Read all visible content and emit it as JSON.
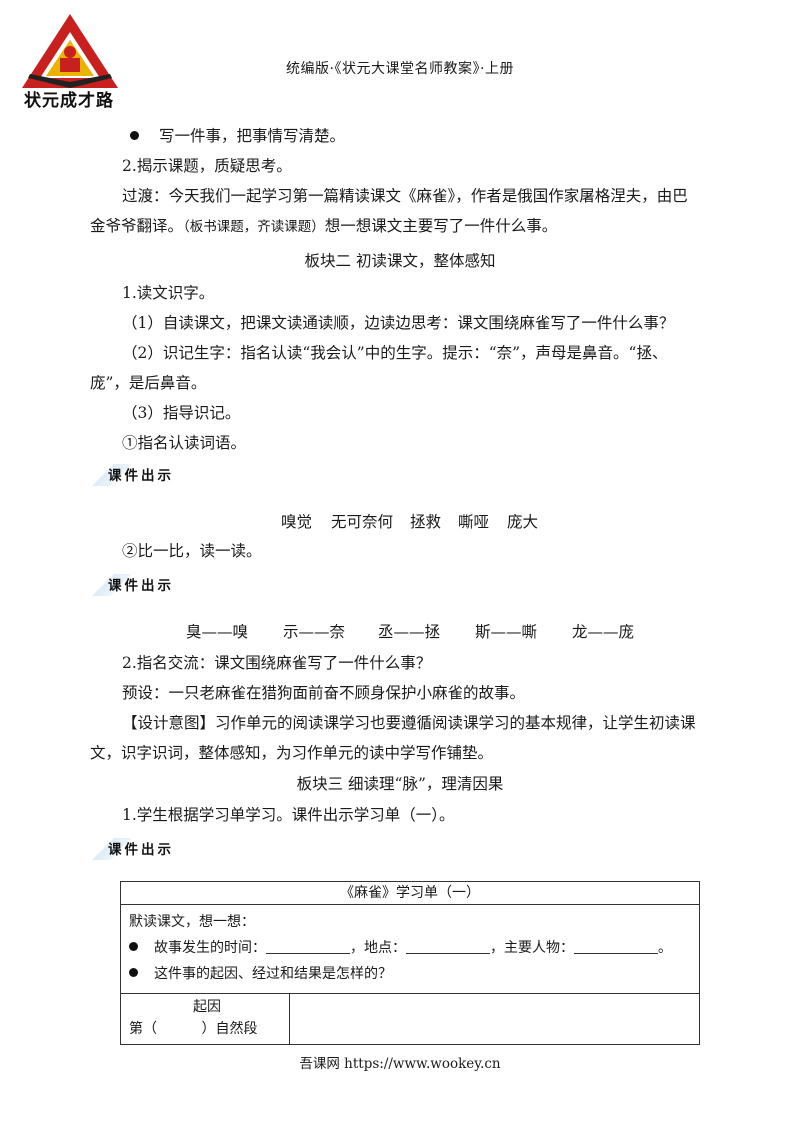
{
  "header": {
    "brand": "状元成才路",
    "title": "统编版·《状元大课堂名师教案》·上册"
  },
  "lines": {
    "l1": "写一件事，把事情写清楚。",
    "l2": "2.揭示课题，质疑思考。",
    "l3": "过渡：今天我们一起学习第一篇精读课文《麻雀》，作者是俄国作家屠格涅夫，由巴",
    "l4a": "金爷爷翻译。",
    "l4b": "（板书课题，齐读课题）",
    "l4c": "想一想课文主要写了一件什么事。",
    "section2": "板块二    初读课文，整体感知",
    "l5": "1.读文识字。",
    "l6": "（1）自读课文，把课文读通读顺，边读边思考：课文围绕麻雀写了一件什么事？",
    "l7": "（2）识记生字：指名认读“我会认”中的生字。提示：“奈”，声母是鼻音。“拯、",
    "l8": "庞”，是后鼻音。",
    "l9": "（3）指导识记。",
    "l10": "①指名认读词语。",
    "l11": "②比一比，读一读。",
    "l12": "2.指名交流：课文围绕麻雀写了一件什么事？",
    "l13": "预设：一只老麻雀在猎狗面前奋不顾身保护小麻雀的故事。",
    "l14": "【设计意图】习作单元的阅读课学习也要遵循阅读课学习的基本规律，让学生初读课",
    "l15": "文，识字识词，整体感知，为习作单元的读中学写作铺垫。",
    "section3": "板块三    细读理“脉”，理清因果",
    "l16": "1.学生根据学习单学习。课件出示学习单（一）。"
  },
  "courseware_label": "课件出示",
  "vocab": [
    "嗅觉",
    "无可奈何",
    "拯救",
    "嘶哑",
    "庞大"
  ],
  "compare": [
    "臭——嗅",
    "示——奈",
    "丞——拯",
    "斯——嘶",
    "龙——庞"
  ],
  "worksheet": {
    "title": "《麻雀》学习单（一）",
    "intro": "默读课文，想一想：",
    "q1_time": "故事发生的时间：",
    "q1_place": "，地点：",
    "q1_people": "，主要人物：",
    "q1_end": "。",
    "q2": "这件事的起因、经过和结果是怎样的？",
    "row1_label": "起因",
    "row1_para": "第（          ）自然段"
  },
  "footer": "吾课网 https://www.wookey.cn",
  "colors": {
    "logo_red": "#c8201e",
    "logo_gold": "#e8b400",
    "tag_blue": "#cfe3f5"
  }
}
